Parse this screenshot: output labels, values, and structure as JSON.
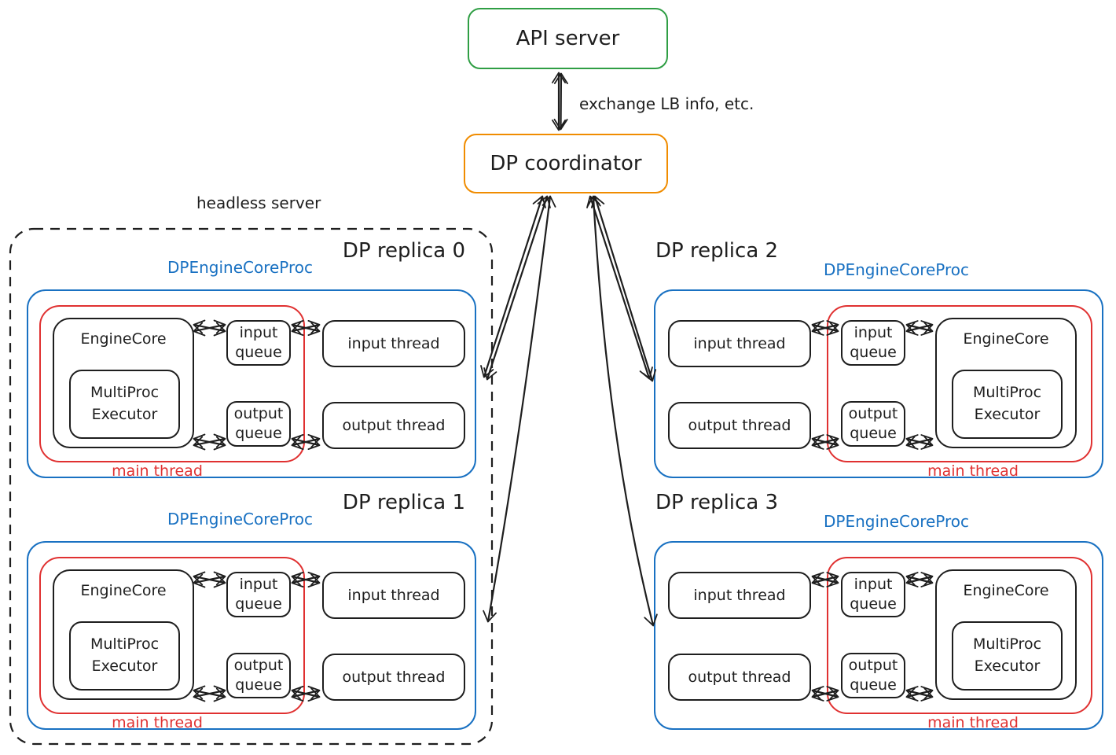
{
  "top": {
    "api_server": "API server",
    "dp_coordinator": "DP coordinator",
    "exchange_label": "exchange LB info, etc.",
    "headless_server": "headless server"
  },
  "labels": {
    "proc": "DPEngineCoreProc",
    "engine_core": "EngineCore",
    "multiproc_l1": "MultiProc",
    "multiproc_l2": "Executor",
    "input_q_l1": "input",
    "input_q_l2": "queue",
    "output_q_l1": "output",
    "output_q_l2": "queue",
    "input_thread": "input thread",
    "output_thread": "output thread",
    "main_thread": "main thread"
  },
  "replicas": [
    {
      "title": "DP replica 0"
    },
    {
      "title": "DP replica 1"
    },
    {
      "title": "DP replica 2"
    },
    {
      "title": "DP replica 3"
    }
  ],
  "colors": {
    "green": "#2f9e44",
    "orange": "#f08c00",
    "blue": "#1971c2",
    "red": "#e03131",
    "ink": "#1e1e1e"
  }
}
